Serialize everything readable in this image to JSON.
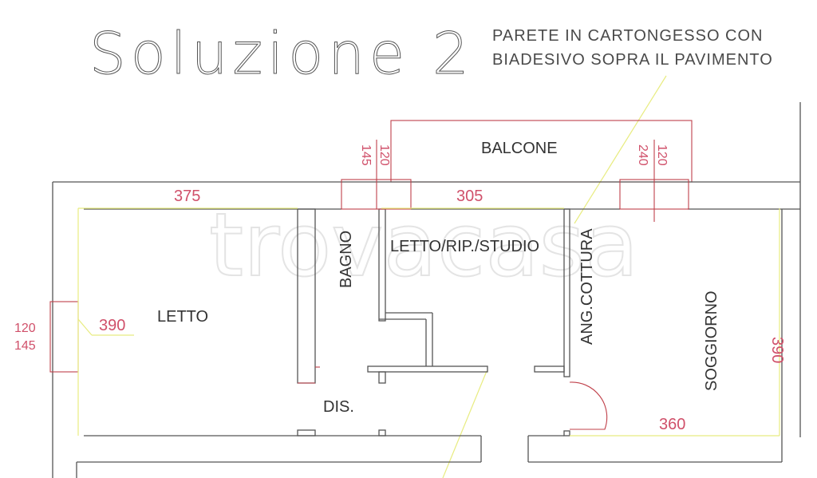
{
  "header": {
    "title": "Soluzione  2",
    "note_line1": "PARETE IN CARTONGESSO  CON",
    "note_line2": "BIADESIVO SOPRA IL PAVIMENTO"
  },
  "watermark": "trovacasa",
  "rooms": {
    "balcone": "BALCONE",
    "letto": "LETTO",
    "bagno": "BAGNO",
    "letto_studio": "LETTO/RIP./STUDIO",
    "ang_cottura": "ANG.COTTURA",
    "soggiorno": "SOGGIORNO",
    "dis": "DIS."
  },
  "dimensions": {
    "letto_width": "375",
    "letto_height": "390",
    "studio_width": "305",
    "soggiorno_width": "360",
    "soggiorno_height": "390",
    "window_left_a": "120",
    "window_left_b": "145",
    "window_balcony_left_a": "145",
    "window_balcony_left_b": "120",
    "window_balcony_right_a": "240",
    "window_balcony_right_b": "120"
  },
  "colors": {
    "walls": "#555555",
    "dimension_text": "#d0506a",
    "openings": "#c0404a",
    "dimension_lines": "#e8ec80"
  }
}
